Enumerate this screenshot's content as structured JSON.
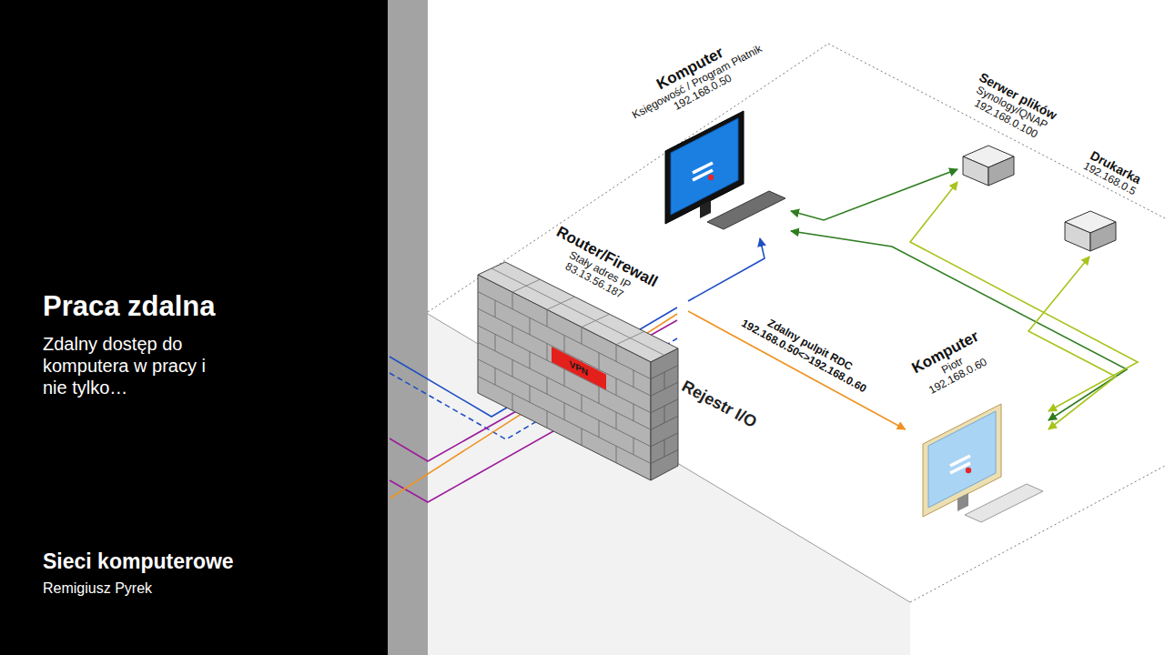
{
  "diagram": {
    "title": "Praca zdalna",
    "nodes": [
      {
        "text": [
          "Komputer",
          "Księgowość / Program Płatnik",
          "192.168.0.50"
        ]
      },
      {
        "text": [
          "Serwer plików",
          "Synology/QNAP",
          "192.168.0.100"
        ]
      },
      {
        "text": [
          "Drukarka",
          "192.168.0.5"
        ]
      },
      {
        "text": [
          "Router/Firewall",
          "Stały adres IP",
          "83.13.56.187"
        ]
      },
      {
        "text": [
          "VPN"
        ],
        "in": 3
      },
      {
        "text": [
          "Komputer",
          "Piotr",
          "192.168.0.60"
        ]
      }
    ],
    "edges": [
      {
        "from": 3,
        "to": 0,
        "arrow": "to"
      },
      {
        "from": 3,
        "to": 5,
        "label": "Zdalny pulpit RDC 192.168.0.50<>192.168.0.60",
        "arrow": "to"
      },
      {
        "from": 5,
        "to": 0,
        "arrow": "both"
      },
      {
        "from": 5,
        "to": 1,
        "arrow": "both"
      },
      {
        "from": 5,
        "to": 2,
        "arrow": "both"
      },
      {
        "from": 0,
        "to": 1,
        "arrow": "both"
      }
    ],
    "labels": [
      "Zdalny dostęp do komputera w pracy i nie tylko…",
      "Rejestr I/O",
      "Sieci komputerowe",
      "Remigiusz Pyrek"
    ]
  }
}
